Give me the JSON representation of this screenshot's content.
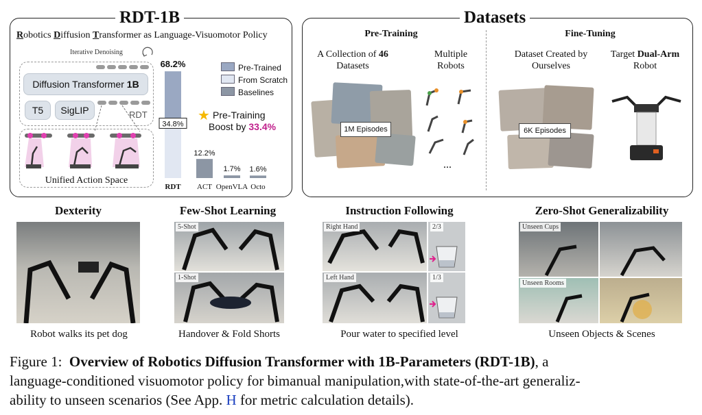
{
  "rdt_panel": {
    "title": "RDT-1B",
    "subtitle": "Robotics Diffusion Transformer as Language-Visuomotor Policy",
    "iterative": "Iterative Denoising",
    "transformer_label": "Diffusion Transformer 1B",
    "t5": "T5",
    "siglip": "SigLIP",
    "rdt_tag": "RDT",
    "action_space": "Unified Action Space",
    "pretrain_boost_line1": "Pre-Training",
    "pretrain_boost_line2": "Boost by",
    "pretrain_boost_value": "33.4%",
    "colors": {
      "pretrained": "#9aa8c2",
      "scratch": "#e1e7f2",
      "baseline": "#8c96a4",
      "accent": "#c0208c",
      "star": "#f5b800"
    }
  },
  "chart_data": {
    "type": "bar",
    "categories": [
      "RDT",
      "ACT",
      "OpenVLA",
      "Octo"
    ],
    "series": [
      {
        "name": "Pre-Trained",
        "values": [
          68.2,
          null,
          null,
          null
        ]
      },
      {
        "name": "From Scratch",
        "values": [
          34.8,
          null,
          null,
          null
        ]
      },
      {
        "name": "Baselines",
        "values": [
          null,
          12.2,
          1.7,
          1.6
        ]
      }
    ],
    "data_labels": [
      "68.2%",
      "34.8%",
      "12.2%",
      "1.7%",
      "1.6%"
    ],
    "ylim": [
      0,
      70
    ],
    "legend": [
      "Pre-Trained",
      "From Scratch",
      "Baselines"
    ],
    "legend_position": "top-right"
  },
  "datasets_panel": {
    "title": "Datasets",
    "pretraining": "Pre-Training",
    "finetuning": "Fine-Tuning",
    "collection": "A Collection of 46 Datasets",
    "multiple_robots": "Multiple Robots",
    "ellipsis": "...",
    "created": "Dataset Created by Ourselves",
    "target": "Target Dual-Arm Robot",
    "episodes_1m": "1M Episodes",
    "episodes_6k": "6K Episodes"
  },
  "bottom": [
    {
      "title": "Dexterity",
      "caption": "Robot walks its pet dog",
      "tags": []
    },
    {
      "title": "Few-Shot Learning",
      "caption": "Handover & Fold Shorts",
      "tags": [
        "5-Shot",
        "1-Shot"
      ]
    },
    {
      "title": "Instruction Following",
      "caption": "Pour water to specified level",
      "tags": [
        "Right Hand",
        "2/3",
        "Left Hand",
        "1/3"
      ]
    },
    {
      "title": "Zero-Shot Generalizability",
      "caption": "Unseen Objects & Scenes",
      "tags": [
        "Unseen Cups",
        "Unseen Rooms"
      ]
    }
  ],
  "figure": {
    "label": "Figure 1:",
    "bold": "Overview of Robotics Diffusion Transformer with 1B-Parameters (RDT-1B)",
    "rest1": ", a",
    "line2": "language-conditioned visuomotor policy for bimanual manipulation,with state-of-the-art generaliz-",
    "line3a": "ability to unseen scenarios (See App. ",
    "link": "H",
    "line3b": " for metric calculation details)."
  }
}
